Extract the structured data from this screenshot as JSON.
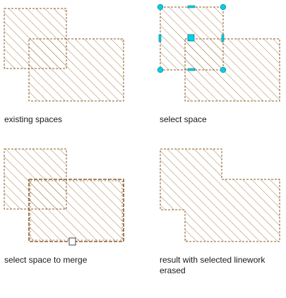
{
  "panels": [
    {
      "id": "existing",
      "caption": "existing spaces"
    },
    {
      "id": "select",
      "caption": "select space"
    },
    {
      "id": "merge",
      "caption": "select space to merge"
    },
    {
      "id": "result",
      "caption": "result with selected linework erased"
    }
  ],
  "colors": {
    "linework": "#8b5a2b",
    "hatch": "#a0703a",
    "grip_fill": "#00d0e8",
    "grip_stroke": "#007a8a",
    "caption": "#1a1a1a"
  },
  "icons": {
    "corner_grip": "cyan-circle-grip-icon",
    "center_grip": "cyan-square-grip-icon",
    "edge_grip": "edge-dash-grip-icon",
    "merge_cursor": "pickbox-cursor-icon"
  }
}
